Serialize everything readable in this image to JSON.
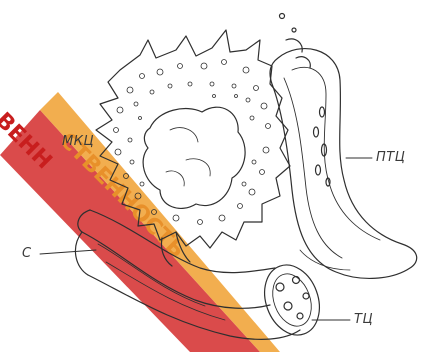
{
  "diagram": {
    "labels": {
      "mkc": "МКЦ",
      "ptc": "ПТЦ",
      "s": "С",
      "tc": "ТЦ"
    },
    "watermark": {
      "text": "ВЕНН СТВЕННОСТЬ",
      "colors": {
        "red": "#d42b2b",
        "orange": "#f0a030"
      }
    },
    "colors": {
      "ink": "#2f2f2f",
      "background": "#ffffff"
    }
  }
}
